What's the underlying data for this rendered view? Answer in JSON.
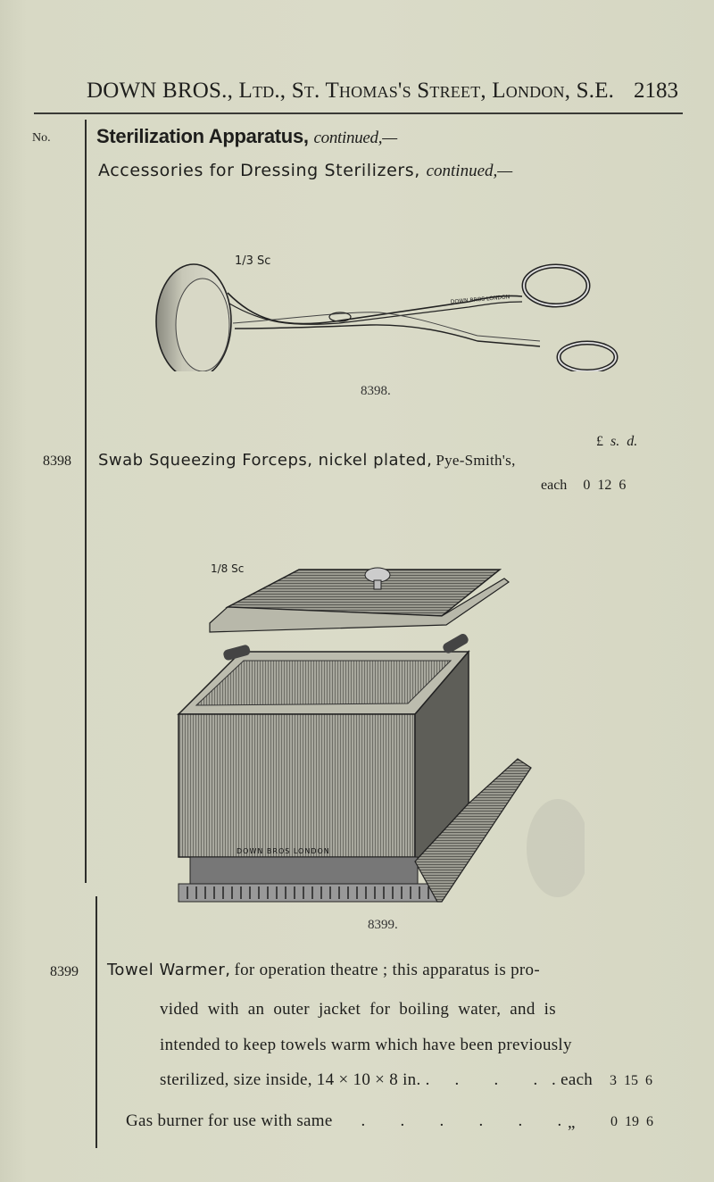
{
  "header": {
    "publisher": "DOWN BROS., Ltd., St. Thomas's Street, London, S.E.",
    "publisher_main": "DOWN BROS.,",
    "publisher_rest": "Ltd., St. Thomas's Street, London, S.E.",
    "page_number": "2183"
  },
  "column_label": "No.",
  "section": {
    "title": "Sterilization Apparatus,",
    "title_suffix": "continued,—",
    "subtitle": "Accessories for Dressing Sterilizers,",
    "subtitle_suffix": "continued,—"
  },
  "currency_header": {
    "pounds": "£",
    "shillings": "s.",
    "pence": "d."
  },
  "items": [
    {
      "number": "8398",
      "figure_caption": "8398.",
      "figure_scale": "1/3 Sc",
      "figure_engraving": "DOWN BROS LONDON",
      "description_bold": "Swab Squeezing Forceps, nickel plated,",
      "description": "Pye-Smith's,",
      "unit": "each",
      "price": {
        "pounds": "0",
        "shillings": "12",
        "pence": "6"
      }
    },
    {
      "number": "8399",
      "figure_caption": "8399.",
      "figure_scale": "1/8 Sc",
      "figure_engraving": "DOWN BROS LONDON",
      "description_bold": "Towel Warmer,",
      "description_lines": [
        "for operation theatre ; this apparatus is pro-",
        "vided with an outer jacket for boiling water, and is",
        "intended to keep towels warm which have been previously",
        "sterilized, size inside, 14 × 10 × 8 in. ."
      ],
      "unit": ". each",
      "price": {
        "pounds": "3",
        "shillings": "15",
        "pence": "6"
      }
    },
    {
      "description": "Gas burner for use with same",
      "unit": "„",
      "price": {
        "pounds": "0",
        "shillings": "19",
        "pence": "6"
      }
    }
  ],
  "colors": {
    "paper": "#d9d9c6",
    "ink": "#1e1e1c"
  }
}
